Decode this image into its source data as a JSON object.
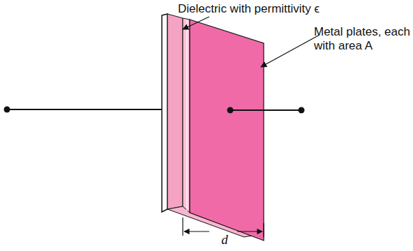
{
  "diagram": {
    "labels": [
      "Dielectric with permittivity ϵ",
      "Metal plates, each with area A",
      "d"
    ]
  }
}
